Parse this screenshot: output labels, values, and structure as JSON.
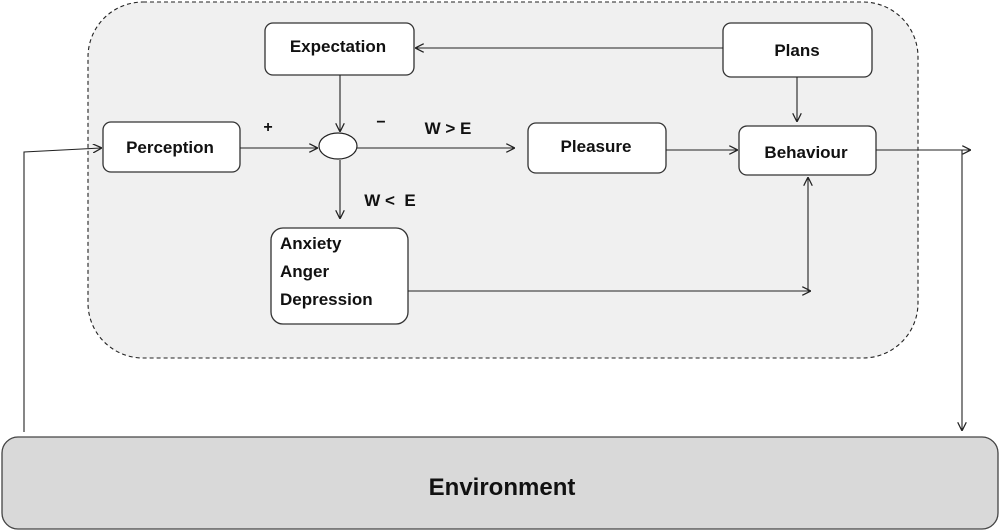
{
  "nodes": {
    "expectation": "Expectation",
    "plans": "Plans",
    "perception": "Perception",
    "pleasure": "Pleasure",
    "behaviour": "Behaviour",
    "negative_emotions": [
      "Anxiety",
      "Anger",
      "Depression"
    ],
    "environment": "Environment"
  },
  "labels": {
    "plus": "+",
    "minus": "−",
    "w_greater_e": "W > E",
    "w_less_e": "W <  E"
  },
  "colors": {
    "system_fill": "#f0f0f0",
    "environment_fill": "#d9d9d9",
    "box_fill": "#ffffff",
    "stroke": "#333333"
  }
}
